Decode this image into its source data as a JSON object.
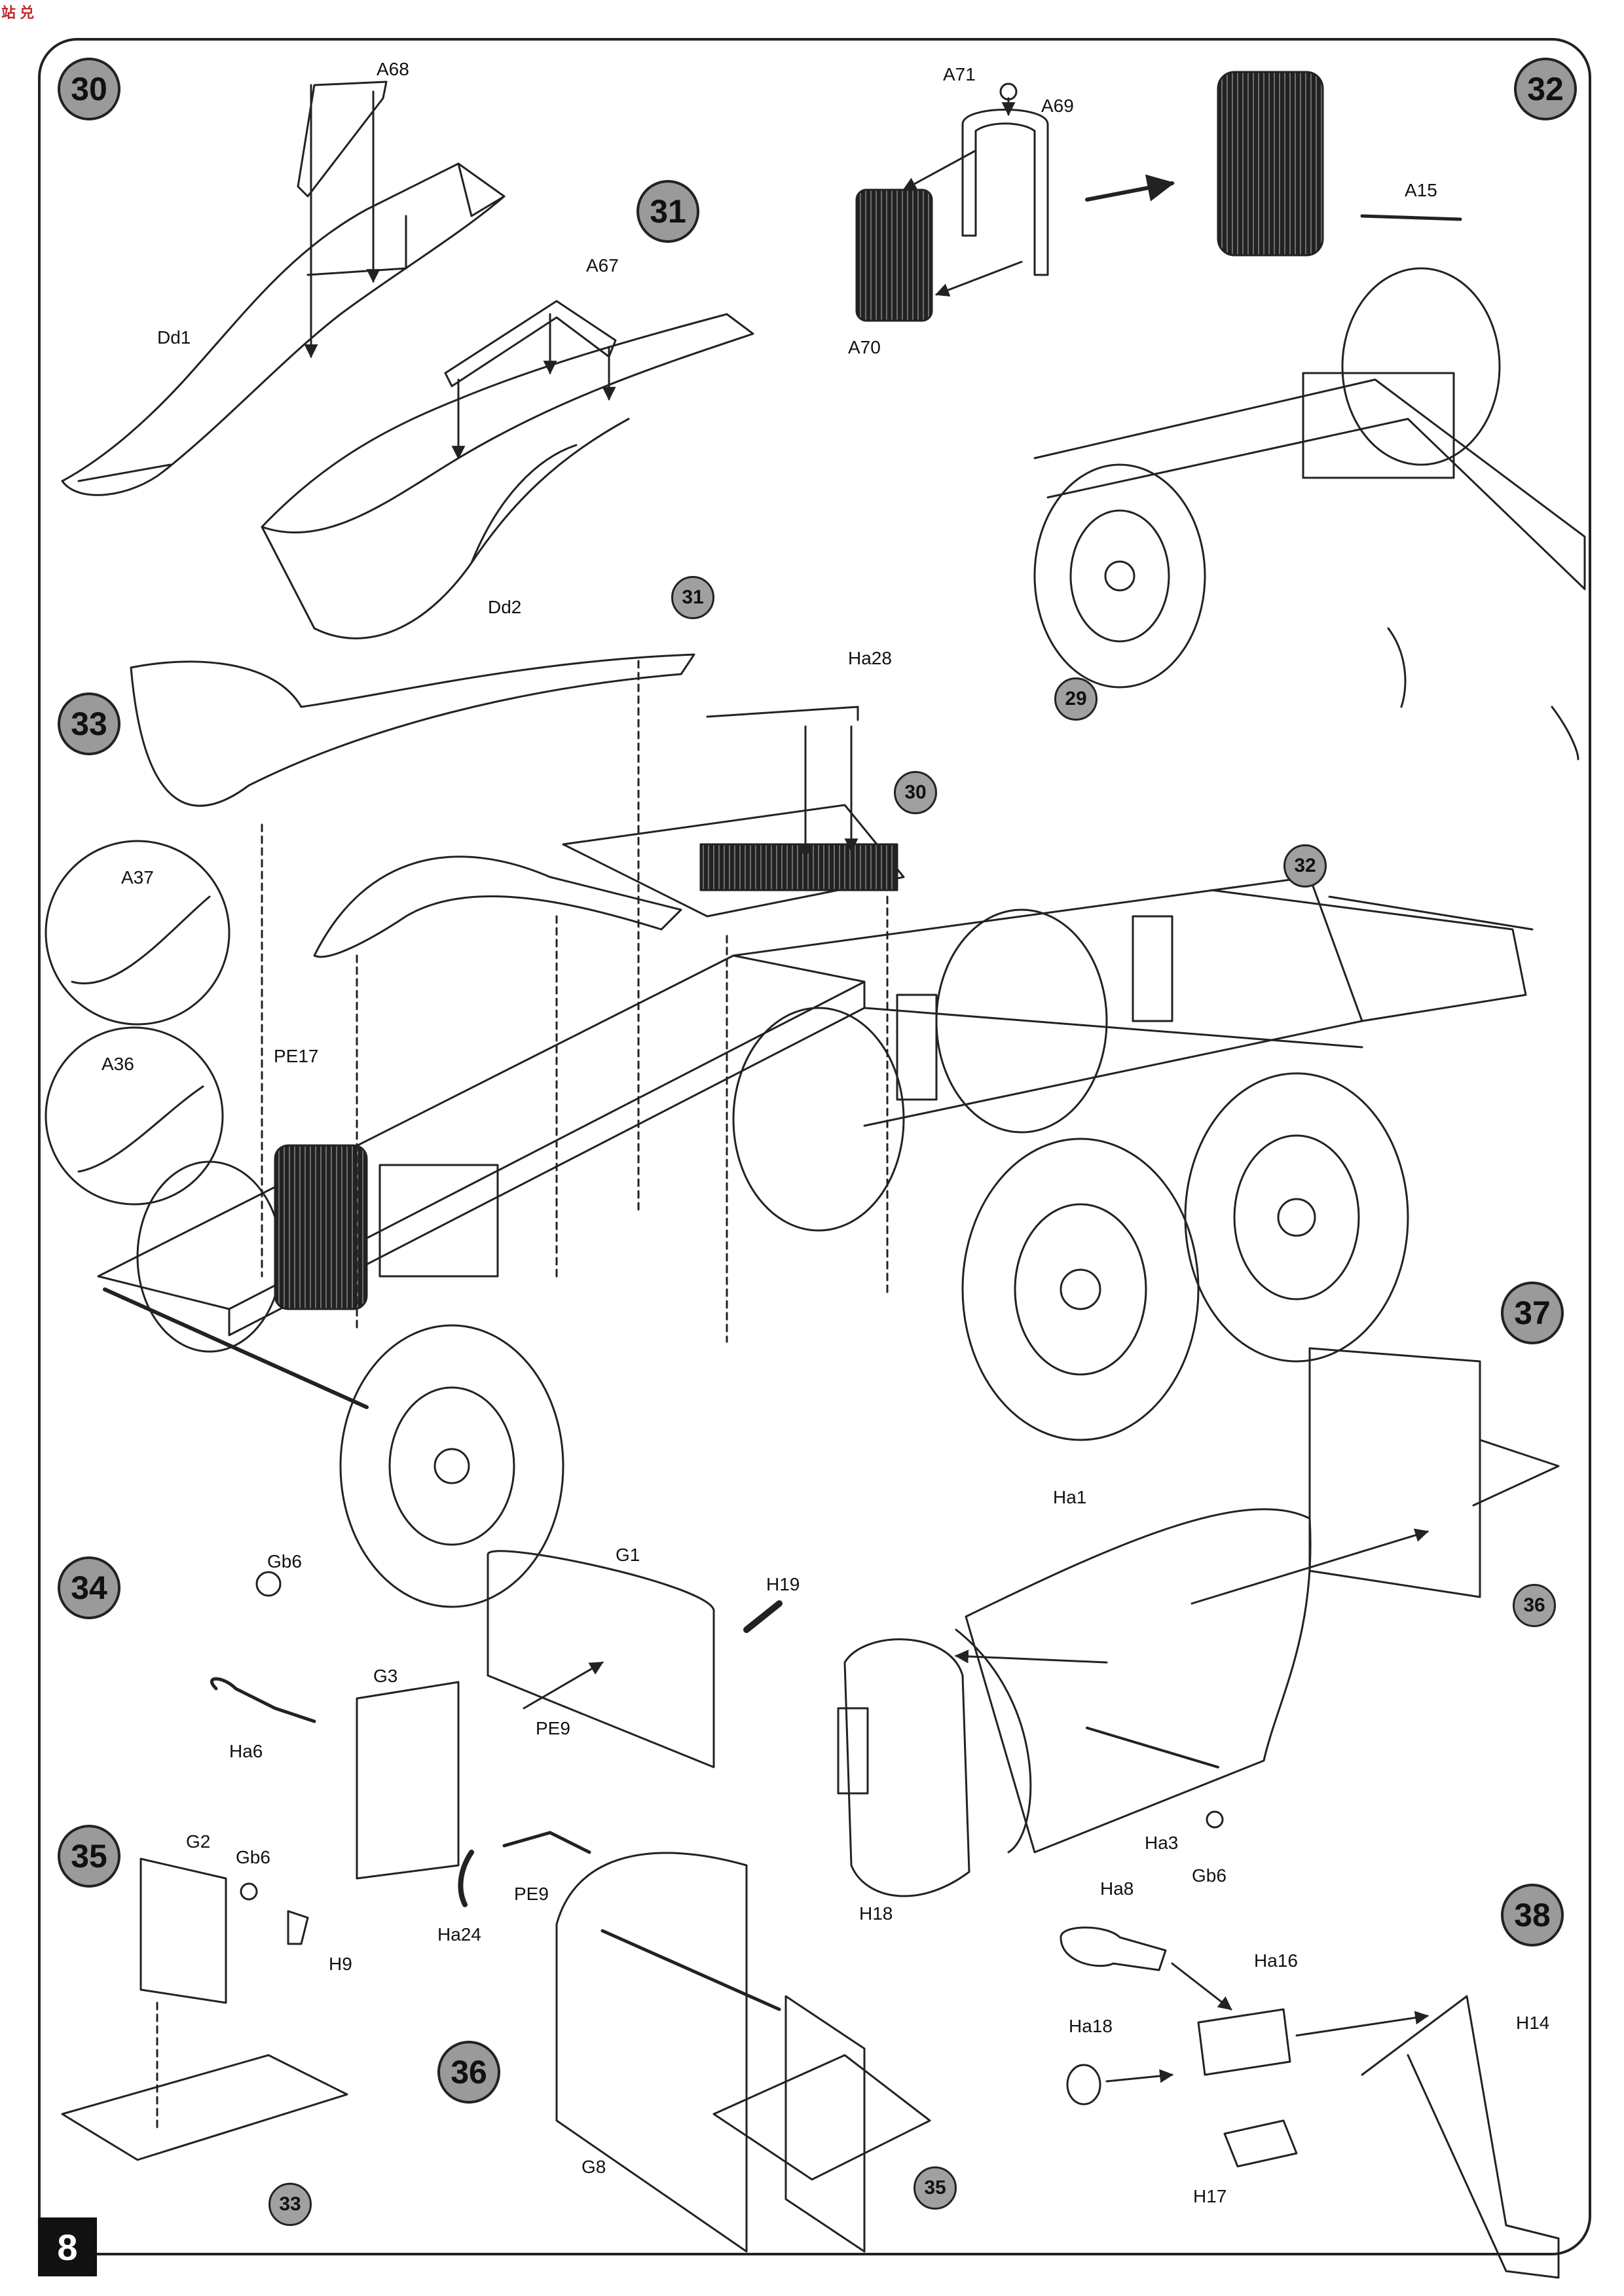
{
  "header": {
    "logo_text": "站 兑"
  },
  "page_number": "8",
  "steps": [
    "30",
    "31",
    "32",
    "33",
    "34",
    "35",
    "36",
    "37",
    "38"
  ],
  "reference_steps": [
    "31",
    "30",
    "32",
    "29",
    "36",
    "33",
    "35"
  ],
  "part_labels": {
    "A68": "A68",
    "Dd1": "Dd1",
    "A67": "A67",
    "Dd2": "Dd2",
    "A71": "A71",
    "A69": "A69",
    "A70": "A70",
    "A15": "A15",
    "Ha28": "Ha28",
    "A37": "A37",
    "A36": "A36",
    "PE17": "PE17",
    "Gb6_a": "Gb6",
    "Ha6": "Ha6",
    "G3": "G3",
    "G1": "G1",
    "H19": "H19",
    "PE9_a": "PE9",
    "PE9_b": "PE9",
    "Ha24": "Ha24",
    "G2": "G2",
    "Gb6_b": "Gb6",
    "H9": "H9",
    "G8": "G8",
    "Ha1": "Ha1",
    "H18": "H18",
    "Ha3": "Ha3",
    "Gb6_c": "Gb6",
    "Ha8": "Ha8",
    "Ha16": "Ha16",
    "Ha18": "Ha18",
    "H14": "H14",
    "H17": "H17"
  },
  "colors": {
    "frame": "#222222",
    "step_fill": "#9a9a9a",
    "accent_logo": "#c0282d"
  }
}
